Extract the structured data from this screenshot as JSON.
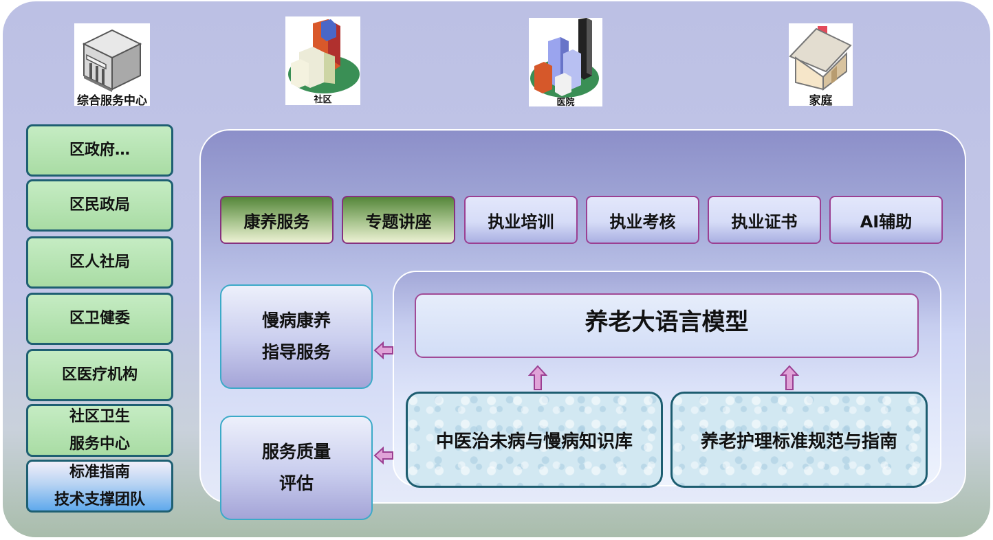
{
  "places": [
    {
      "label": "综合服务中心",
      "icon": "government-building-icon"
    },
    {
      "label": "社区",
      "icon": "community-buildings-icon"
    },
    {
      "label": "医院",
      "icon": "hospital-towers-icon"
    },
    {
      "label": "家庭",
      "icon": "house-icon"
    }
  ],
  "gov_bodies": [
    "区政府…",
    "区民政局",
    "区人社局",
    "区卫健委",
    "区医疗机构",
    "社区卫生\n服务中心",
    "标准指南\n技术支撑团队"
  ],
  "tabs": [
    "康养服务",
    "专题讲座",
    "执业培训",
    "执业考核",
    "执业证书",
    "AI辅助"
  ],
  "services": [
    "慢病康养\n指导服务",
    "服务质量\n评估"
  ],
  "model_title": "养老大语言模型",
  "knowledge_bases": [
    "中医治未病与慢病知识库",
    "养老护理标准规范与指南"
  ],
  "colors": {
    "arrow_fill": "#e0a3d8",
    "arrow_stroke": "#9b3f92",
    "green_box": "#aadca6",
    "tab_border": "#9b3f92"
  }
}
